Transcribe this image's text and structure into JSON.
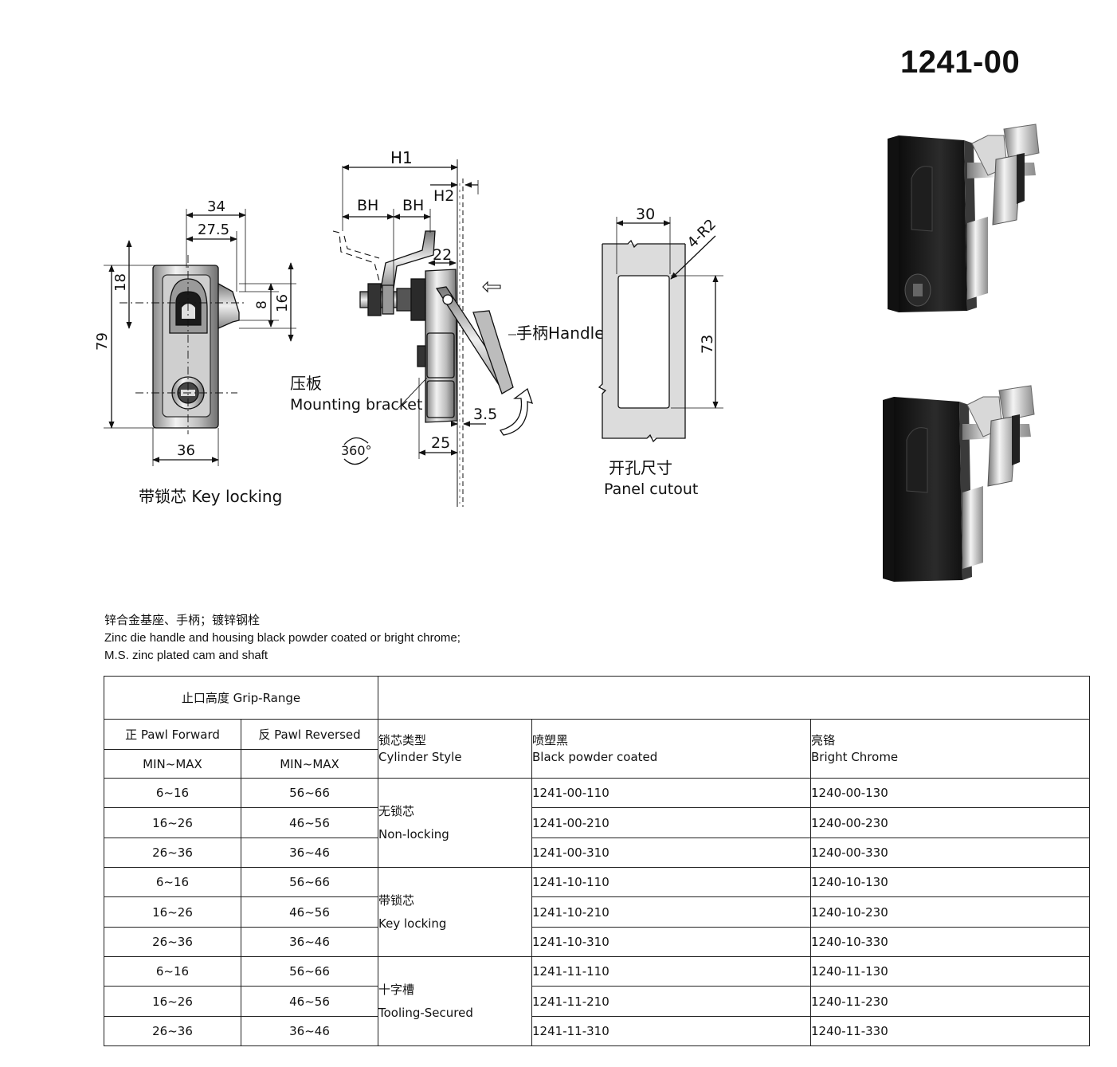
{
  "title": "1241-00",
  "diagram": {
    "front_view": {
      "dims": {
        "w34": "34",
        "w27_5": "27.5",
        "h18": "18",
        "h8": "8",
        "h16": "16",
        "h79": "79",
        "w36": "36"
      },
      "caption": "带锁芯 Key locking"
    },
    "side_view": {
      "dims": {
        "h1": "H1",
        "bh1": "BH",
        "bh2": "BH",
        "h2": "H2",
        "d22": "22",
        "d3_5": "3.5",
        "d25": "25"
      },
      "handle_label": "手柄Handle",
      "bracket_cn": "压板",
      "bracket_en": "Mounting bracket",
      "rotation": "360°"
    },
    "cutout": {
      "dims": {
        "w30": "30",
        "r": "4-R2",
        "h73": "73"
      },
      "caption_cn": "开孔尺寸",
      "caption_en": "Panel cutout"
    }
  },
  "material": {
    "line_cn": "锌合金基座、手柄；镀锌钢栓",
    "line_en1": "Zinc die  handle and housing black powder coated or bright chrome;",
    "line_en2": "M.S. zinc plated cam and shaft"
  },
  "table": {
    "grip_range": "止口高度 Grip-Range",
    "pawl_forward": "正 Pawl Forward",
    "pawl_reversed": "反 Pawl Reversed",
    "minmax": "MIN~MAX",
    "cyl_cn": "锁芯类型",
    "cyl_en": "Cylinder Style",
    "black_cn": "喷塑黑",
    "black_en": "Black powder coated",
    "chrome_cn": "亮铬",
    "chrome_en": "Bright Chrome",
    "groups": [
      {
        "style_cn": "无锁芯",
        "style_en": "Non-locking",
        "rows": [
          {
            "fwd": "6~16",
            "rev": "56~66",
            "black": "1241-00-110",
            "chrome": "1240-00-130"
          },
          {
            "fwd": "16~26",
            "rev": "46~56",
            "black": "1241-00-210",
            "chrome": "1240-00-230"
          },
          {
            "fwd": "26~36",
            "rev": "36~46",
            "black": "1241-00-310",
            "chrome": "1240-00-330"
          }
        ]
      },
      {
        "style_cn": "带锁芯",
        "style_en": "Key locking",
        "rows": [
          {
            "fwd": "6~16",
            "rev": "56~66",
            "black": "1241-10-110",
            "chrome": "1240-10-130"
          },
          {
            "fwd": "16~26",
            "rev": "46~56",
            "black": "1241-10-210",
            "chrome": "1240-10-230"
          },
          {
            "fwd": "26~36",
            "rev": "36~46",
            "black": "1241-10-310",
            "chrome": "1240-10-330"
          }
        ]
      },
      {
        "style_cn": "十字槽",
        "style_en": "Tooling-Secured",
        "rows": [
          {
            "fwd": "6~16",
            "rev": "56~66",
            "black": "1241-11-110",
            "chrome": "1240-11-130"
          },
          {
            "fwd": "16~26",
            "rev": "46~56",
            "black": "1241-11-210",
            "chrome": "1240-11-230"
          },
          {
            "fwd": "26~36",
            "rev": "36~46",
            "black": "1241-11-310",
            "chrome": "1240-11-330"
          }
        ]
      }
    ]
  }
}
